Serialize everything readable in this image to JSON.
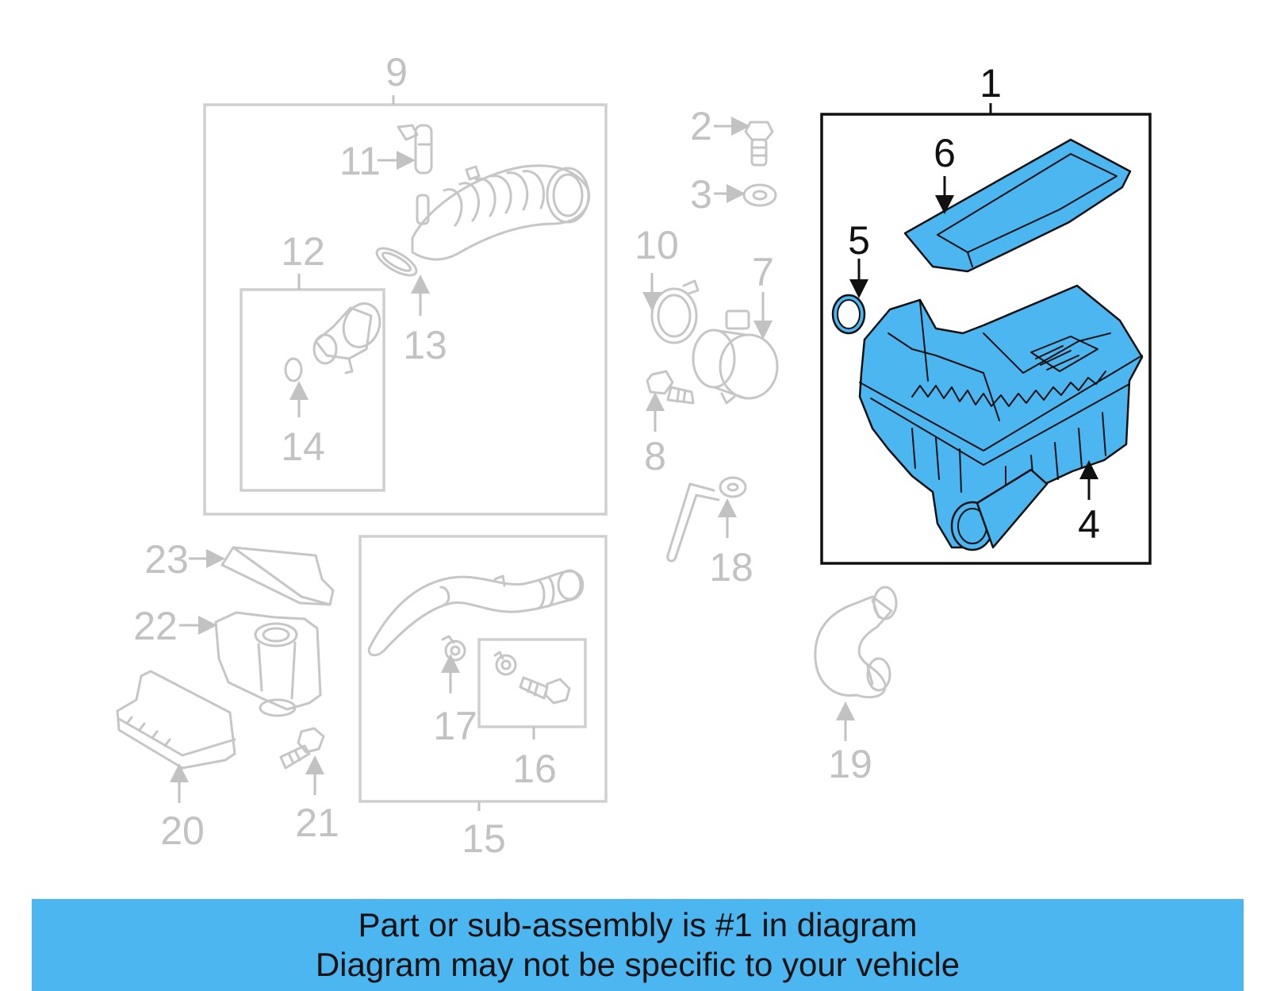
{
  "callouts": {
    "c1": "1",
    "c2": "2",
    "c3": "3",
    "c4": "4",
    "c5": "5",
    "c6": "6",
    "c7": "7",
    "c8": "8",
    "c9": "9",
    "c10": "10",
    "c11": "11",
    "c12": "12",
    "c13": "13",
    "c14": "14",
    "c15": "15",
    "c16": "16",
    "c17": "17",
    "c18": "18",
    "c19": "19",
    "c20": "20",
    "c21": "21",
    "c22": "22",
    "c23": "23"
  },
  "highlighted_callouts": [
    "1",
    "4",
    "5",
    "6"
  ],
  "banner": {
    "line1": "Part or sub-assembly is #1 in diagram",
    "line2": "Diagram may not be specific to your vehicle"
  },
  "colors": {
    "highlight": "#4bb6f0",
    "inactive": "#c2c2c2",
    "outline": "#111111"
  }
}
